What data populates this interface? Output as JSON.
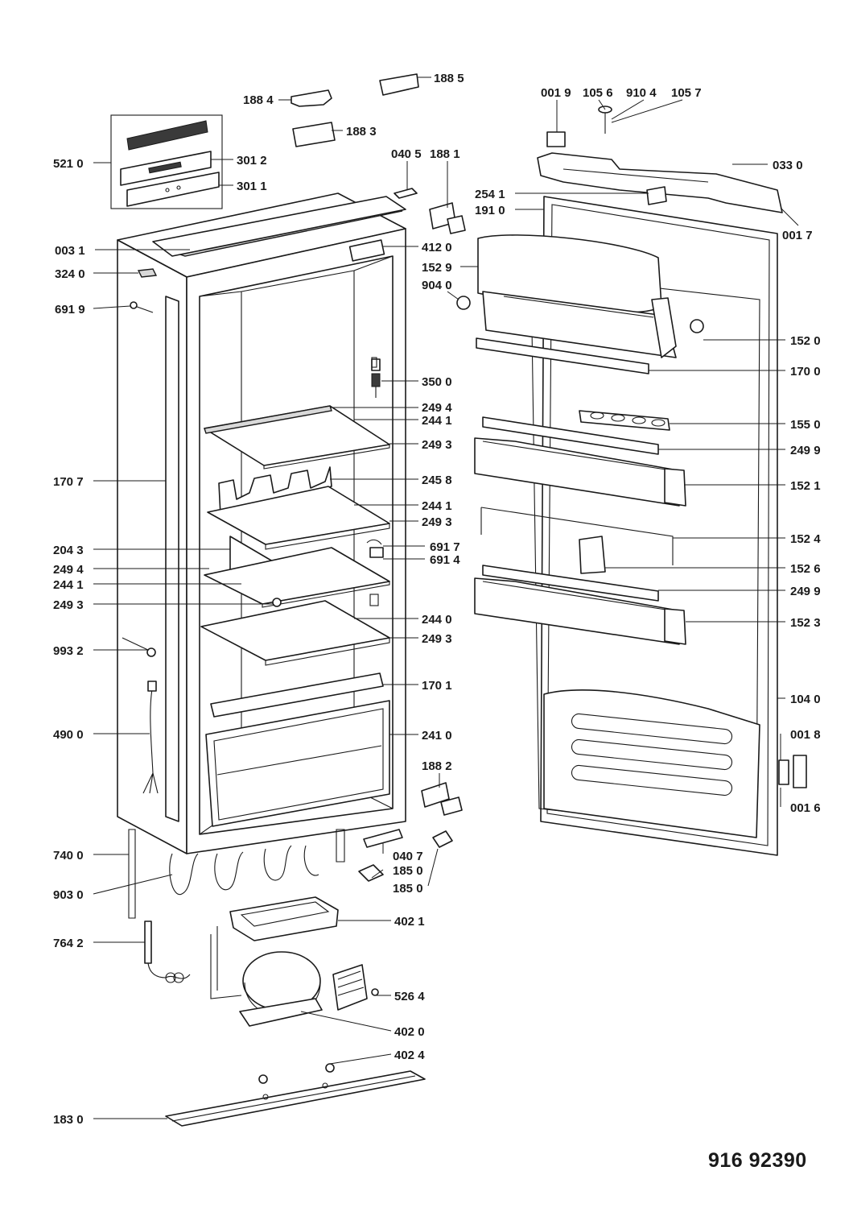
{
  "document_code": "916 92390",
  "labels": {
    "l1884": "188 4",
    "l1885": "188 5",
    "l1883": "188 3",
    "l0019": "001 9",
    "l1056": "105 6",
    "l9104": "910 4",
    "l1057": "105 7",
    "l5210": "521 0",
    "l3012": "301 2",
    "l3011": "301 1",
    "l0405": "040 5",
    "l1881": "188 1",
    "l0330": "033 0",
    "l2541": "254 1",
    "l1910": "191 0",
    "l0017": "001 7",
    "l0031": "003 1",
    "l4120": "412 0",
    "l3240": "324 0",
    "l1529": "152 9",
    "l9040": "904 0",
    "l6919": "691 9",
    "l1520": "152 0",
    "l1700": "170 0",
    "l3500": "350 0",
    "l2494": "249 4",
    "l2441a": "244 1",
    "l1550": "155 0",
    "l2493a": "249 3",
    "l2499a": "249 9",
    "l1707": "170 7",
    "l2458": "245 8",
    "l1521": "152 1",
    "l2441b": "244 1",
    "l2493b": "249 3",
    "l1524": "152 4",
    "l2043": "204 3",
    "l6917": "691 7",
    "l6914": "691 4",
    "l2494b": "249 4",
    "l1526": "152 6",
    "l2441c": "244 1",
    "l2499b": "249 9",
    "l2493c": "249 3",
    "l1523": "152 3",
    "l2440": "244 0",
    "l2493d": "249 3",
    "l9932": "993 2",
    "l1701": "170 1",
    "l1040": "104 0",
    "l4900": "490 0",
    "l2410": "241 0",
    "l0018": "001 8",
    "l1882": "188 2",
    "l0016": "001 6",
    "l7400": "740 0",
    "l0407": "040 7",
    "l1850a": "185 0",
    "l9030": "903 0",
    "l1850b": "185 0",
    "l4021": "402 1",
    "l7642": "764 2",
    "l5264": "526 4",
    "l4020": "402 0",
    "l4024": "402 4",
    "l1830": "183 0"
  }
}
